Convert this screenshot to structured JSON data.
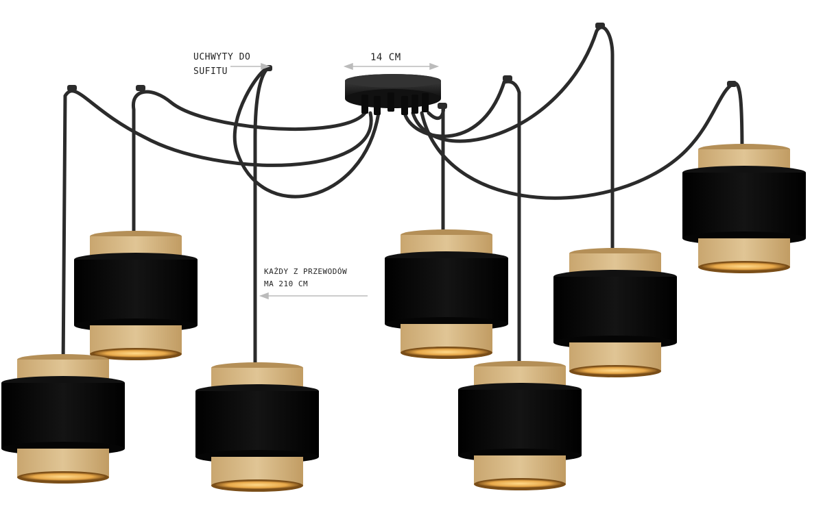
{
  "annotations": {
    "mounts_line1": "UCHWYTY DO",
    "mounts_line2": "SUFITU",
    "canopy_width": "14 CM",
    "cable_line1": "KAŻDY Z PRZEWODÓW",
    "cable_line2": "MA 210 CM"
  },
  "colors": {
    "shade_outer": "#0b0b0b",
    "shade_inner": "#d8b987",
    "cable": "#2a2a2a",
    "canopy": "#1c1c1c",
    "glow": "#e8a94a"
  },
  "product": {
    "lamp_count": 7,
    "shade_style": "double-layer drum, black outer, kraft inner"
  }
}
